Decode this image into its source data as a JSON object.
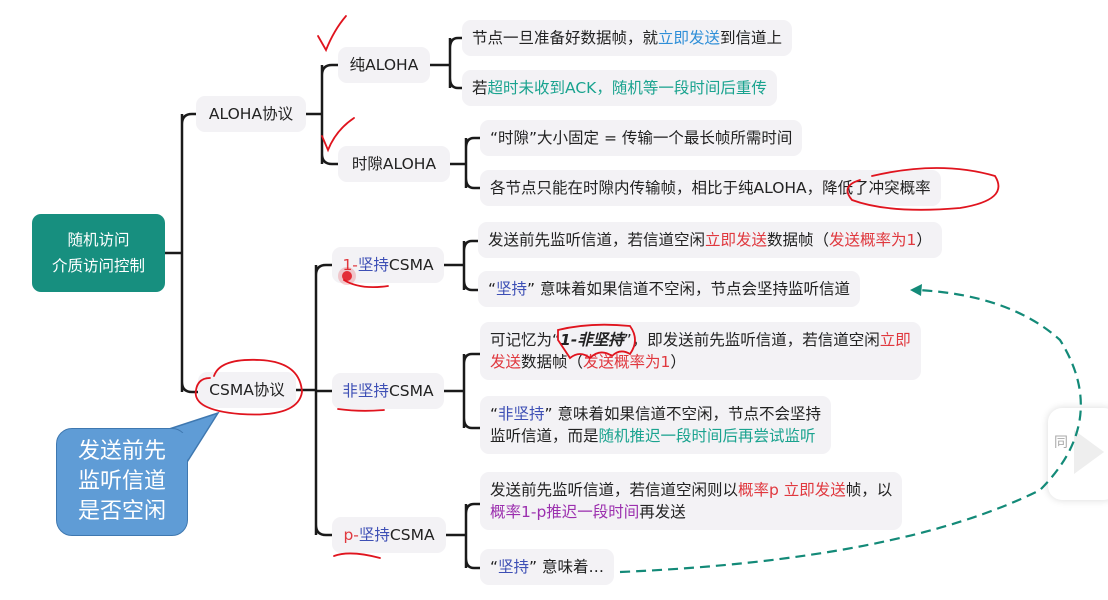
{
  "root": {
    "lines": [
      "随机访问",
      "介质访问控制"
    ]
  },
  "colors": {
    "root": "#178f7f",
    "blue": "#2f8fd8",
    "teal": "#1aa38f",
    "red": "#e0383e",
    "purple": "#9b2fae",
    "navy": "#3d4fb5",
    "annotation": "#e0141e",
    "dashed_arrow": "#138a78"
  },
  "aloha": {
    "label": "ALOHA协议",
    "pure": {
      "label": "纯ALOHA",
      "leaves": [
        [
          {
            "t": "节点一旦准备好数据帧，就"
          },
          {
            "t": "立即发送",
            "c": "blue"
          },
          {
            "t": "到信道上"
          }
        ],
        [
          {
            "t": "若"
          },
          {
            "t": "超时未收到ACK，随机等一段时间后重传",
            "c": "teal"
          }
        ]
      ]
    },
    "slotted": {
      "label": "时隙ALOHA",
      "leaves": [
        [
          {
            "t": "“时隙”大小固定 = 传输一个最长帧所需时间"
          }
        ],
        [
          {
            "t": "各节点只能在时隙内传输帧，相比于纯ALOHA，降低了冲突概率"
          }
        ]
      ]
    }
  },
  "csma": {
    "label": "CSMA协议",
    "one_persistent": {
      "label_prefix": "1-",
      "label_mid": "坚持",
      "label_suffix": "CSMA",
      "leaves": [
        [
          {
            "t": "发送前先监听信道，若信道空闲"
          },
          {
            "t": "立即发送",
            "c": "red"
          },
          {
            "t": "数据帧（"
          },
          {
            "t": "发送概率为1",
            "c": "red"
          },
          {
            "t": "）"
          }
        ],
        [
          {
            "t": "“"
          },
          {
            "t": "坚持",
            "c": "navy"
          },
          {
            "t": "” 意味着如果信道不空闲，节点会坚持监听信道"
          }
        ]
      ]
    },
    "non_persistent": {
      "label_mid": "非坚持",
      "label_suffix": "CSMA",
      "leaves": [
        [
          {
            "t": "可记忆为“"
          },
          {
            "t": "1-非坚持",
            "b": true
          },
          {
            "t": "”，即发送前先监听信道，若信道空闲"
          },
          {
            "t": "立即",
            "c": "red"
          },
          {
            "br": true
          },
          {
            "t": "发送",
            "c": "red"
          },
          {
            "t": "数据帧（"
          },
          {
            "t": "发送概率为1",
            "c": "red"
          },
          {
            "t": "）"
          }
        ],
        [
          {
            "t": "“"
          },
          {
            "t": "非坚持",
            "c": "navy"
          },
          {
            "t": "” 意味着如果信道不空闲，节点不会坚持"
          },
          {
            "br": true
          },
          {
            "t": "监听信道，而是"
          },
          {
            "t": "随机推迟一段时间后再尝试监听",
            "c": "teal"
          }
        ]
      ]
    },
    "p_persistent": {
      "label_prefix": "p-",
      "label_mid": "坚持",
      "label_suffix": "CSMA",
      "leaves": [
        [
          {
            "t": "发送前先监听信道，若信道空闲则以"
          },
          {
            "t": "概率p 立即发送",
            "c": "red"
          },
          {
            "t": "帧，以"
          },
          {
            "br": true
          },
          {
            "t": "概率1-p推迟一段时间",
            "c": "purple"
          },
          {
            "t": "再发送"
          }
        ],
        [
          {
            "t": "“"
          },
          {
            "t": "坚持",
            "c": "navy"
          },
          {
            "t": "” 意味着…"
          }
        ]
      ]
    }
  },
  "callout": {
    "lines": [
      "发送前先",
      "监听信道",
      "是否空闲"
    ]
  },
  "widget": {
    "glyph": "同"
  }
}
